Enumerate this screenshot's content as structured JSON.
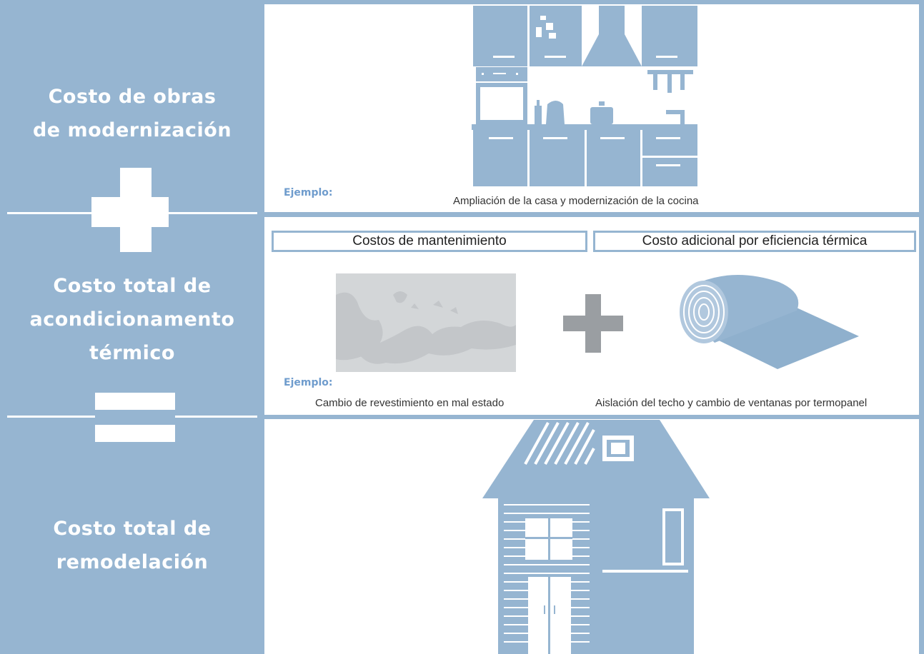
{
  "left_panel": {
    "section_1_title": [
      "Costo de obras",
      "de modernización"
    ],
    "section_2_title": [
      "Costo total de",
      "acondicionamento",
      "térmico"
    ],
    "section_3_title": [
      "Costo total de",
      "remodelación"
    ],
    "operator_1": "plus",
    "operator_2": "equals"
  },
  "section_1": {
    "example_label": "Ejemplo:",
    "caption": "Ampliación de la casa y modernización de la cocina",
    "illustration": "kitchen-illustration"
  },
  "section_2": {
    "box_left": "Costos de mantenimiento",
    "box_right": "Costo adicional por eficiencia térmica",
    "example_label": "Ejemplo:",
    "caption_left": "Cambio de revestimiento en mal estado",
    "caption_right": "Aislación del techo y cambio de ventanas por termopanel",
    "illustration_left": "damaged-wall-icon",
    "illustration_operator": "plus-icon",
    "illustration_right": "insulation-roll-icon"
  },
  "section_3": {
    "illustration": "house-cutaway-illustration"
  },
  "colors": {
    "panel_blue": "#96b5d1",
    "ejemplo_blue": "#6f9ccd",
    "gray_icon": "#9a9ea2",
    "wall_gray": "#d3d6d8"
  }
}
